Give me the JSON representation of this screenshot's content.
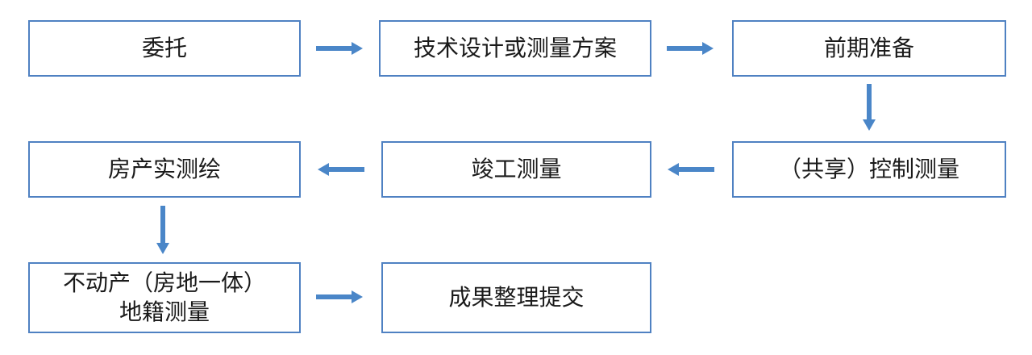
{
  "diagram": {
    "colors": {
      "box_border": "#4f81c2",
      "arrow": "#4a86c8",
      "text": "#1a1a1a"
    },
    "nodes": {
      "entrust": "委托",
      "design": "技术设计或测量方案",
      "prep": "前期准备",
      "control": "（共享）控制测量",
      "completion": "竣工测量",
      "house": "房产实测绘",
      "cadastral_line1": "不动产（房地一体）",
      "cadastral_line2": "地籍测量",
      "results": "成果整理提交"
    },
    "edges": [
      [
        "entrust",
        "design"
      ],
      [
        "design",
        "prep"
      ],
      [
        "prep",
        "control"
      ],
      [
        "control",
        "completion"
      ],
      [
        "completion",
        "house"
      ],
      [
        "house",
        "cadastral"
      ],
      [
        "cadastral",
        "results"
      ]
    ]
  }
}
